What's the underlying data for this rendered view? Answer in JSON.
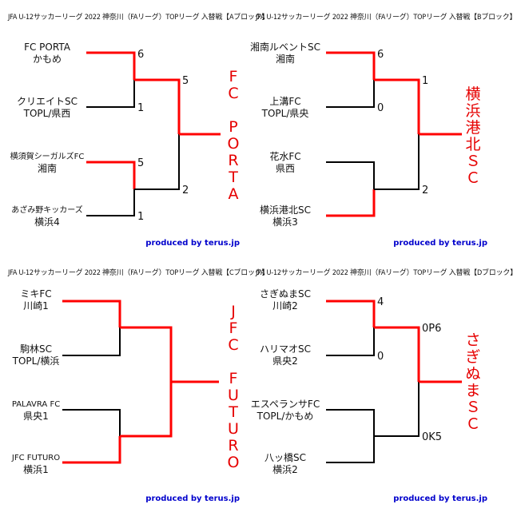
{
  "colors": {
    "win_line": "#ff0000",
    "lose_line": "#000000",
    "winner_text": "#e60000",
    "credit": "#0000cc"
  },
  "credit": "produced by terus.jp",
  "blocks": [
    {
      "title": "JFA U-12サッカーリーグ 2022 神奈川（FAリーグ）TOPリーグ 入替戦【Aブロック】",
      "teams": [
        {
          "line1": "FC PORTA",
          "line2": "かもめ"
        },
        {
          "line1": "クリエイトSC",
          "line2": "TOPL/県西"
        },
        {
          "line1": "横須賀シーガルズFC",
          "line2": "湘南"
        },
        {
          "line1": "あざみ野キッカーズ",
          "line2": "横浜4"
        }
      ],
      "scores": [
        "6",
        "1",
        "5",
        "1",
        "5",
        "2"
      ],
      "winner": [
        "F",
        "C",
        "",
        "P",
        "O",
        "R",
        "T",
        "A"
      ]
    },
    {
      "title": "JFA U-12サッカーリーグ 2022 神奈川（FAリーグ）TOPリーグ 入替戦【Bブロック】",
      "teams": [
        {
          "line1": "湘南ルベントSC",
          "line2": "湘南"
        },
        {
          "line1": "上溝FC",
          "line2": "TOPL/県央"
        },
        {
          "line1": "花水FC",
          "line2": "県西"
        },
        {
          "line1": "横浜港北SC",
          "line2": "横浜3"
        }
      ],
      "scores": [
        "6",
        "0",
        "",
        "2",
        "1",
        "2"
      ],
      "winner": [
        "横",
        "浜",
        "港",
        "北",
        "Ｓ",
        "Ｃ"
      ]
    },
    {
      "title": "JFA U-12サッカーリーグ 2022 神奈川（FAリーグ）TOPリーグ 入替戦【Cブロック】",
      "teams": [
        {
          "line1": "ミキFC",
          "line2": "川崎1"
        },
        {
          "line1": "駒林SC",
          "line2": "TOPL/横浜"
        },
        {
          "line1": "PALAVRA FC",
          "line2": "県央1"
        },
        {
          "line1": "JFC FUTURO",
          "line2": "横浜1"
        }
      ],
      "scores": [
        "",
        "",
        "",
        "",
        "",
        ""
      ],
      "winner": [
        "J",
        "F",
        "C",
        "",
        "F",
        "U",
        "T",
        "U",
        "R",
        "O"
      ]
    },
    {
      "title": "JFA U-12サッカーリーグ 2022 神奈川（FAリーグ）TOPリーグ 入替戦【Dブロック】",
      "teams": [
        {
          "line1": "さぎぬまSC",
          "line2": "川崎2"
        },
        {
          "line1": "ハリマオSC",
          "line2": "県央2"
        },
        {
          "line1": "エスペランサFC",
          "line2": "TOPL/かもめ"
        },
        {
          "line1": "八ッ橋SC",
          "line2": "横浜2"
        }
      ],
      "scores": [
        "4",
        "0",
        "",
        "",
        "0P6",
        "0K5"
      ],
      "winner": [
        "さ",
        "ぎ",
        "ぬ",
        "ま",
        "Ｓ",
        "Ｃ"
      ]
    }
  ]
}
